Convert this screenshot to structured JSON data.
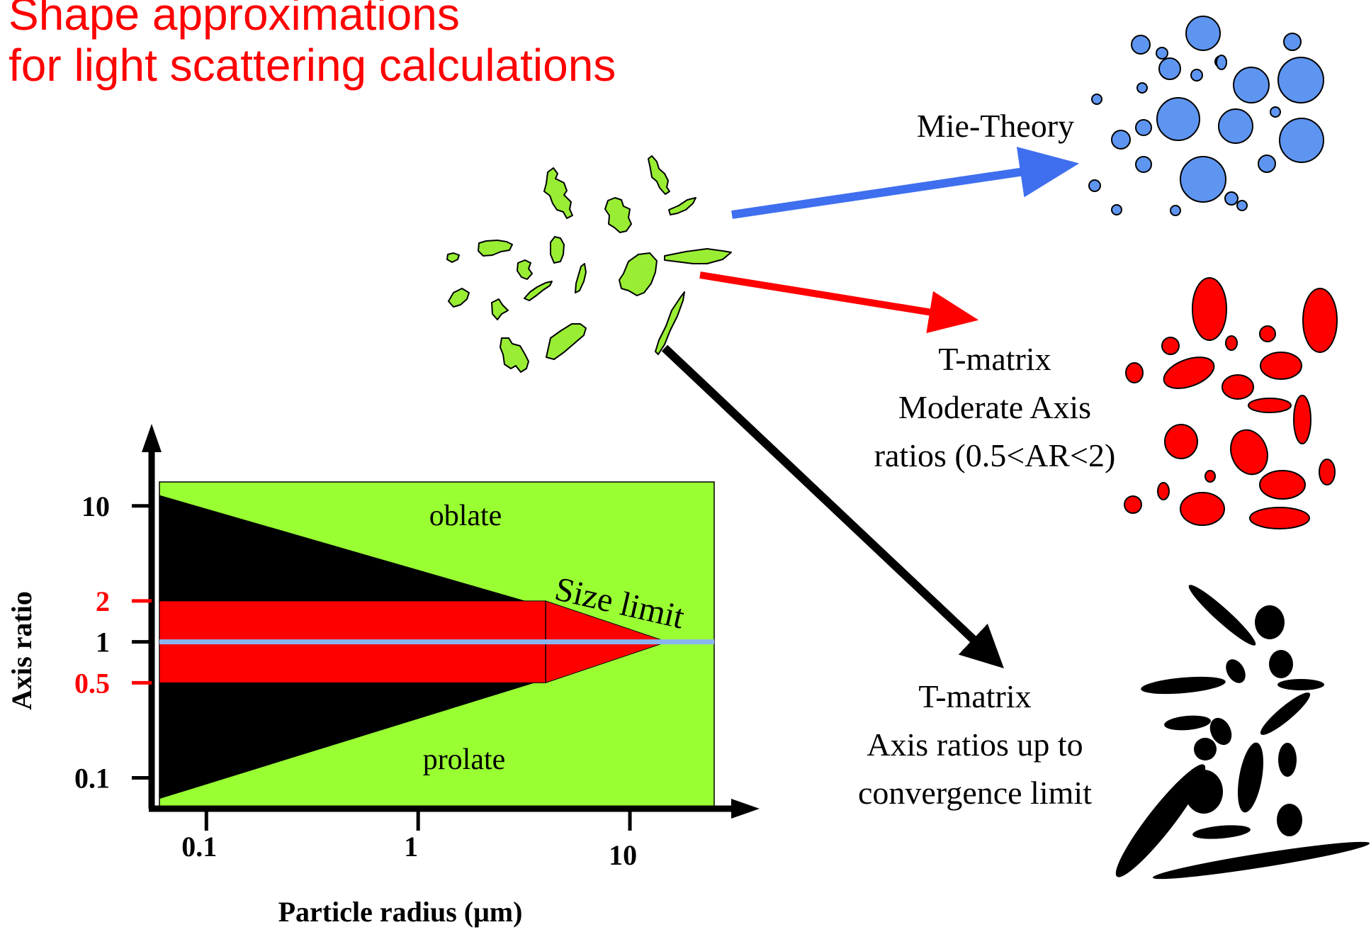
{
  "title": {
    "line1": "Shape approximations",
    "line2": "for light scattering calculations"
  },
  "methods": {
    "mie": "Mie-Theory",
    "tmatrix_moderate": [
      "T-matrix",
      "Moderate Axis",
      "ratios (0.5<AR<2)"
    ],
    "tmatrix_convergence": [
      "T-matrix",
      "Axis ratios up to",
      "convergence limit"
    ]
  },
  "colors": {
    "title": "#ff0000",
    "particle_fill": "#99ee33",
    "chart_green": "#99ff33",
    "spheres": "#5e95f1",
    "spheroids": "#ff0000",
    "extreme_shapes": "#000000",
    "mie_arrow": "#3f6fef",
    "moderate_arrow": "#ff0000",
    "convergence_arrow": "#000000",
    "axis_ratio_line": "#8ab4f0"
  },
  "chart_data": {
    "type": "area",
    "xlabel": "Particle radius (μm)",
    "ylabel": "Axis ratio",
    "xscale": "log",
    "yscale": "log",
    "xlim": [
      0.06,
      25
    ],
    "ylim": [
      0.06,
      15
    ],
    "xticks": [
      "0.1",
      "1",
      "10"
    ],
    "yticks": [
      {
        "label": "10",
        "value": 10,
        "color": "#000000"
      },
      {
        "label": "2",
        "value": 2,
        "color": "#ff0000"
      },
      {
        "label": "1",
        "value": 1,
        "color": "#000000"
      },
      {
        "label": "0.5",
        "value": 0.5,
        "color": "#ff0000"
      },
      {
        "label": "0.1",
        "value": 0.1,
        "color": "#000000"
      }
    ],
    "region_labels": {
      "oblate": "oblate",
      "prolate": "prolate",
      "size_limit": "Size limit"
    },
    "regions": [
      {
        "name": "convergence region",
        "color": "#000000",
        "upper_boundary": [
          [
            0.06,
            12
          ],
          [
            15,
            1
          ]
        ],
        "lower_boundary": [
          [
            0.06,
            0.07
          ],
          [
            15,
            1
          ]
        ]
      },
      {
        "name": "moderate axis ratio region",
        "color": "#ff0000",
        "ar_range": [
          0.5,
          2
        ],
        "radius_to": 15,
        "full_band_until": 4
      }
    ],
    "reference_line": {
      "axis_ratio": 1,
      "color": "#8ab4f0"
    },
    "background": "#99ff33"
  }
}
